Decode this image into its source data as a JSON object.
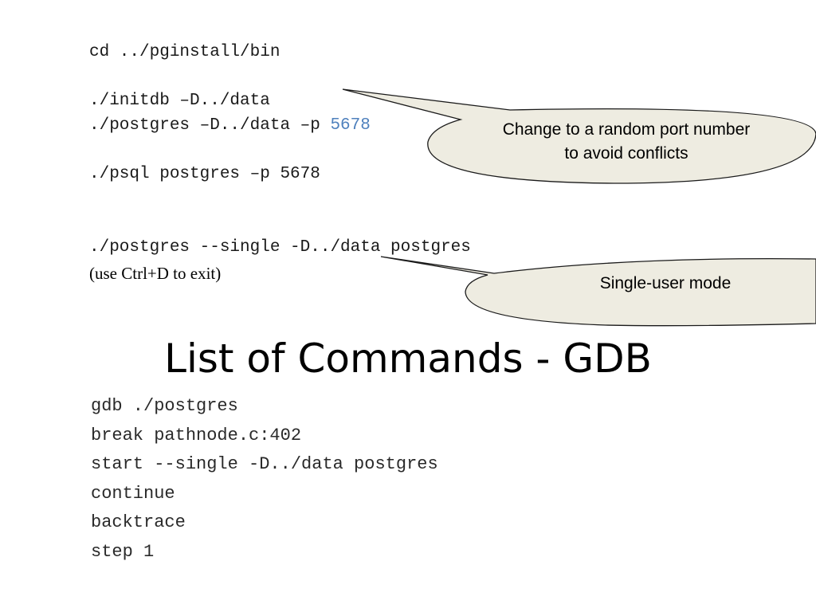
{
  "commands_top": {
    "cd": "cd ../pginstall/bin",
    "initdb": "./initdb –D../data",
    "postgres_prefix": "./postgres –D../data –p ",
    "postgres_port": "5678",
    "psql": "./psql postgres –p 5678",
    "single": "./postgres --single -D../data postgres",
    "exit_note": "(use Ctrl+D to exit)"
  },
  "callouts": {
    "port": "Change to a random port number to avoid conflicts",
    "single_user": "Single-user mode"
  },
  "title": "List of Commands - GDB",
  "gdb_commands": [
    "gdb ./postgres",
    "break pathnode.c:402",
    "start --single -D../data postgres",
    "continue",
    "backtrace",
    "step 1"
  ],
  "colors": {
    "callout_fill": "#eeece1",
    "callout_stroke": "#1a1a1a",
    "port_accent": "#4f81bd"
  }
}
